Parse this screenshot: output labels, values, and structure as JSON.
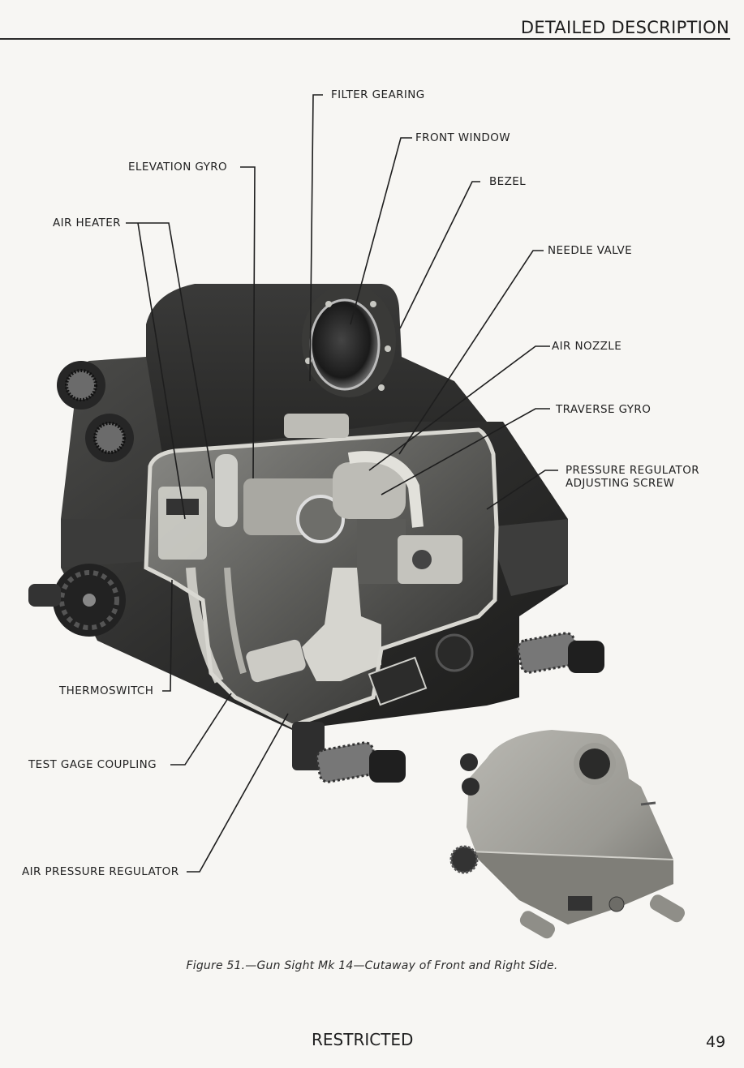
{
  "header": {
    "section_title": "DETAILED DESCRIPTION"
  },
  "figure": {
    "callouts": {
      "filter_gearing": "FILTER GEARING",
      "front_window": "FRONT WINDOW",
      "elevation_gyro": "ELEVATION GYRO",
      "bezel": "BEZEL",
      "air_heater": "AIR HEATER",
      "needle_valve": "NEEDLE VALVE",
      "air_nozzle": "AIR NOZZLE",
      "traverse_gyro": "TRAVERSE GYRO",
      "pressure_regulator_line1": "PRESSURE REGULATOR",
      "pressure_regulator_line2": "ADJUSTING SCREW",
      "thermoswitch": "THERMOSWITCH",
      "test_gage_coupling": "TEST GAGE COUPLING",
      "air_pressure_regulator": "AIR PRESSURE REGULATOR"
    },
    "main_image": "gun-sight-mk14-cutaway",
    "inset_image": "gun-sight-mk14-exterior",
    "caption": "Figure 51.—Gun Sight Mk 14—Cutaway of Front and Right Side."
  },
  "footer": {
    "classification": "RESTRICTED",
    "page_number": "49"
  }
}
